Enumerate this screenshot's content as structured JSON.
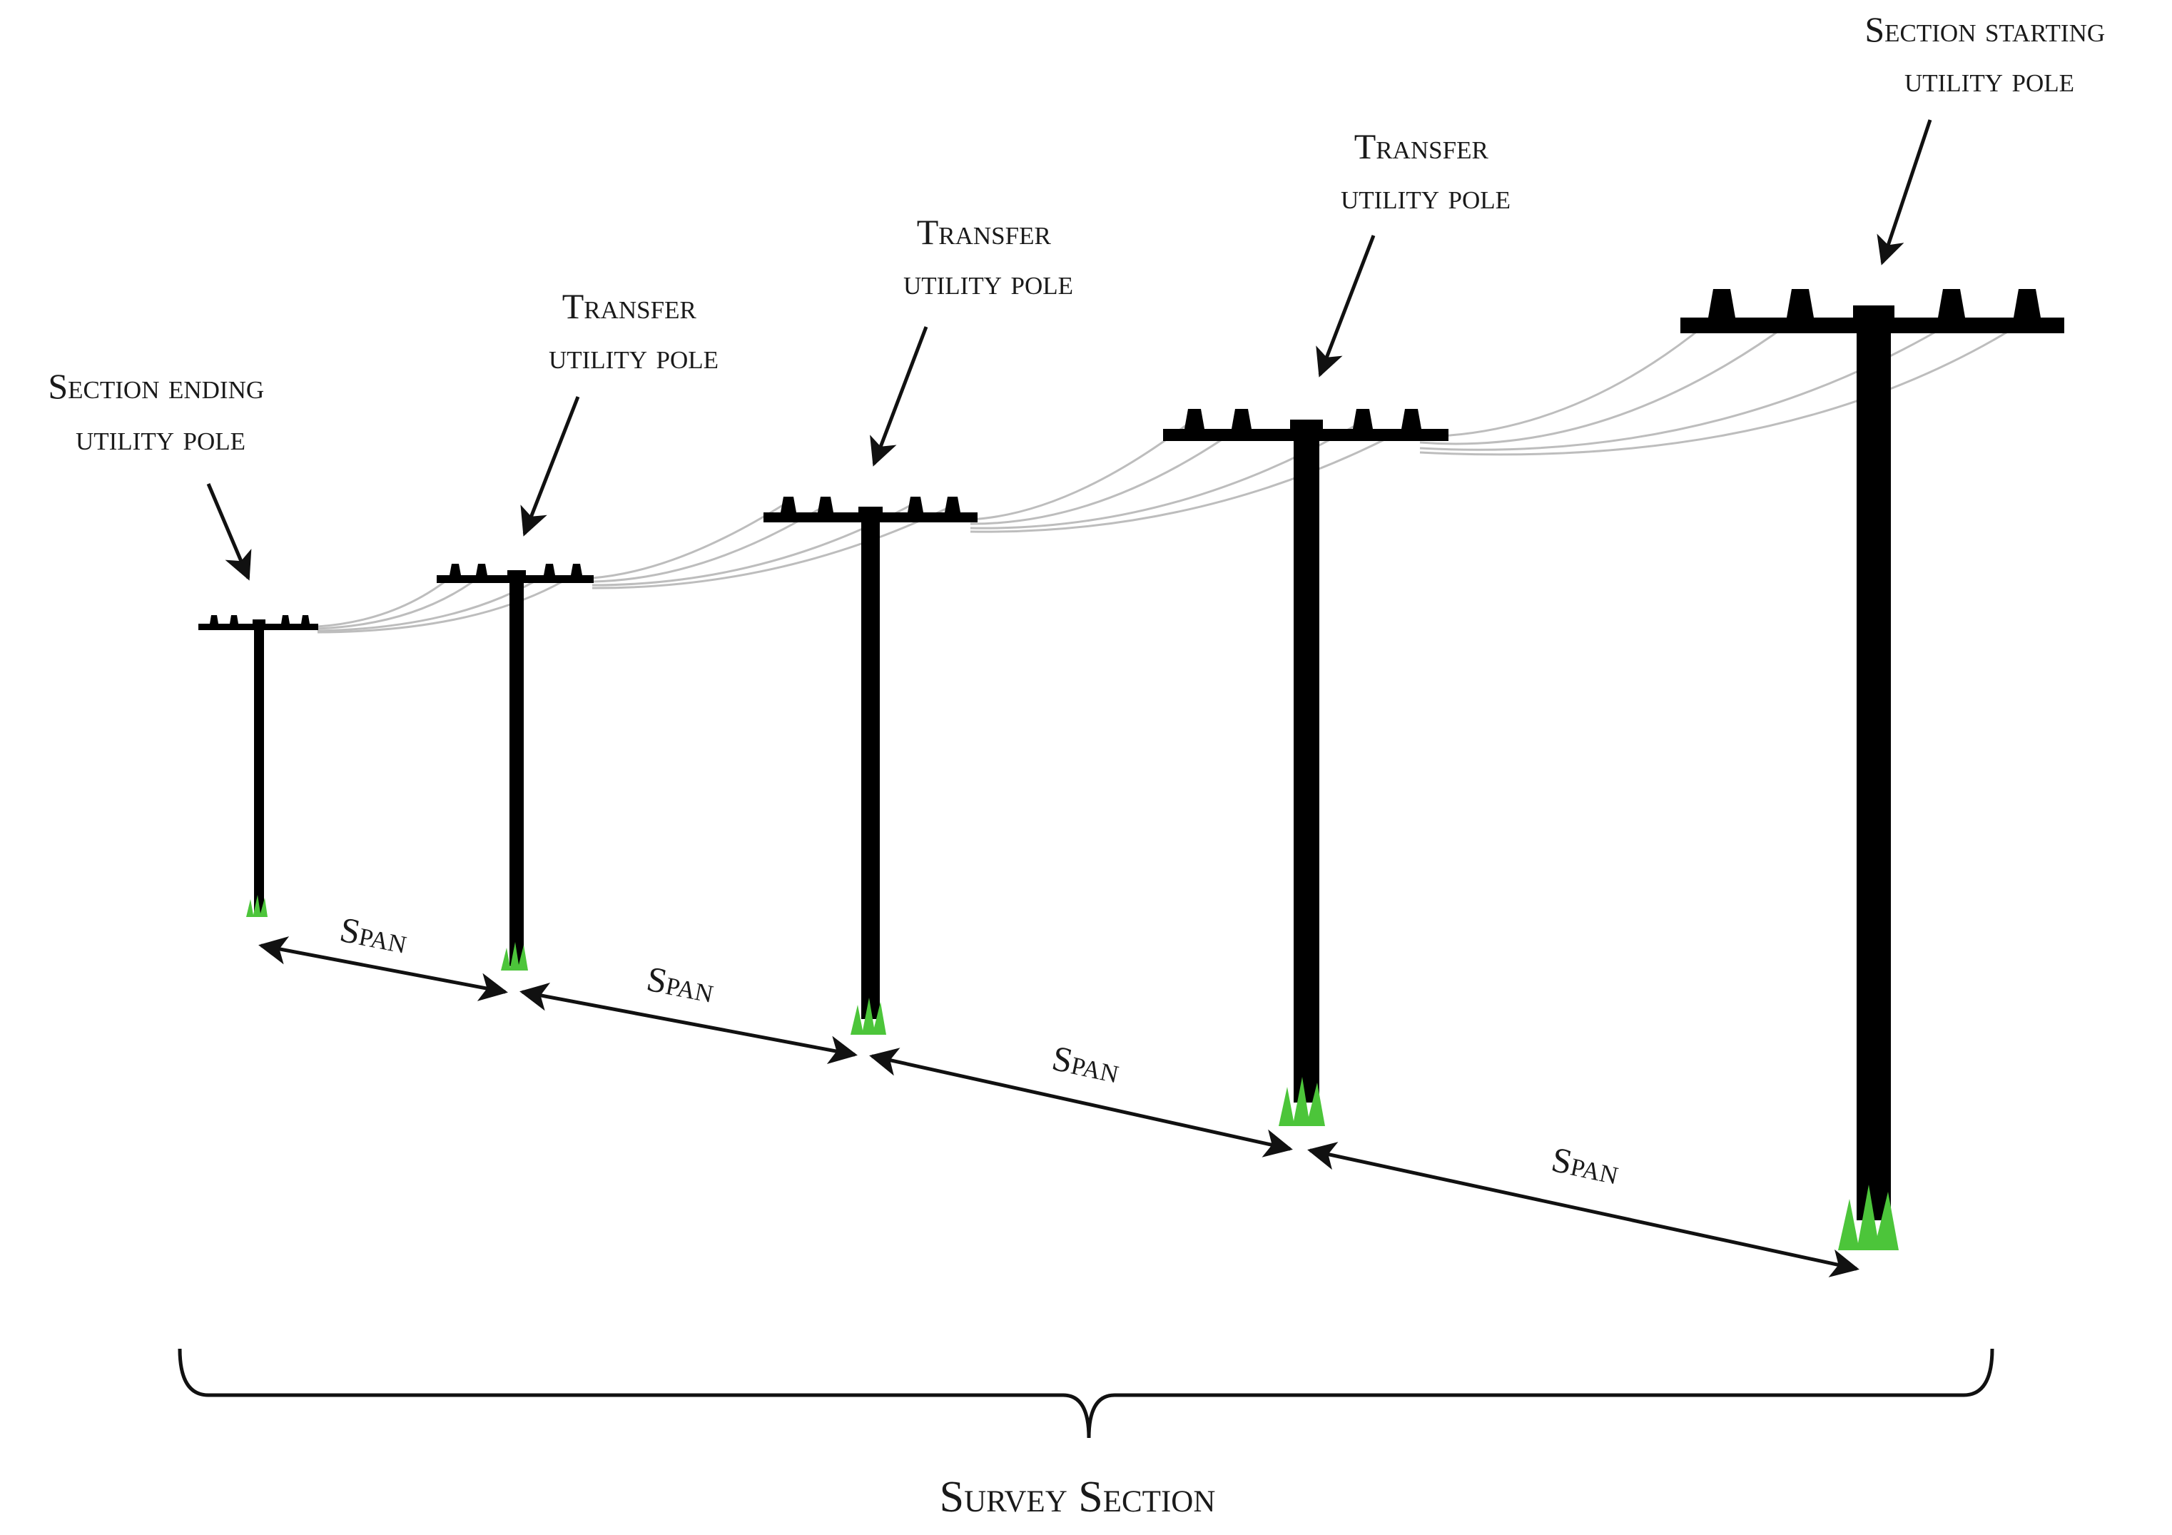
{
  "labels": {
    "section_ending": [
      "Section ending",
      "utility pole"
    ],
    "transfer_1": [
      "Transfer",
      "utility pole"
    ],
    "transfer_2": [
      "Transfer",
      "utility pole"
    ],
    "transfer_3": [
      "Transfer",
      "utility pole"
    ],
    "section_starting": [
      "Section starting",
      "utility pole"
    ],
    "span": "Span",
    "survey_section": "Survey Section"
  },
  "colors": {
    "pole": "#000000",
    "wire": "#bdbdbd",
    "grass": "#4cc53a",
    "text": "#1a1a1a"
  }
}
